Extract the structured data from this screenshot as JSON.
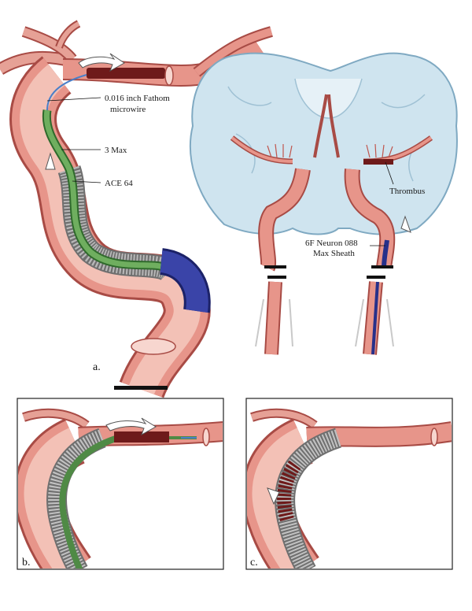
{
  "labels": {
    "microwire_line1": "0.016 inch Fathom",
    "microwire_line2": "microwire",
    "max3": "3 Max",
    "ace64": "ACE 64",
    "thrombus": "Thrombus",
    "neuron_line1": "6F Neuron 088",
    "neuron_line2": "Max Sheath"
  },
  "panels": {
    "a": "a.",
    "b": "b.",
    "c": "c."
  },
  "colors": {
    "vessel_outer": "#d9837a",
    "vessel_inner": "#f3c1b6",
    "vessel_edge": "#a84b45",
    "catheter_green": "#4f8a45",
    "catheter_gray": "#8c8c8c",
    "sheath_blue": "#27308a",
    "brain_tissue": "#cfe4ef",
    "brain_edge": "#7fa9c2",
    "thrombus": "#6e1a1a"
  }
}
